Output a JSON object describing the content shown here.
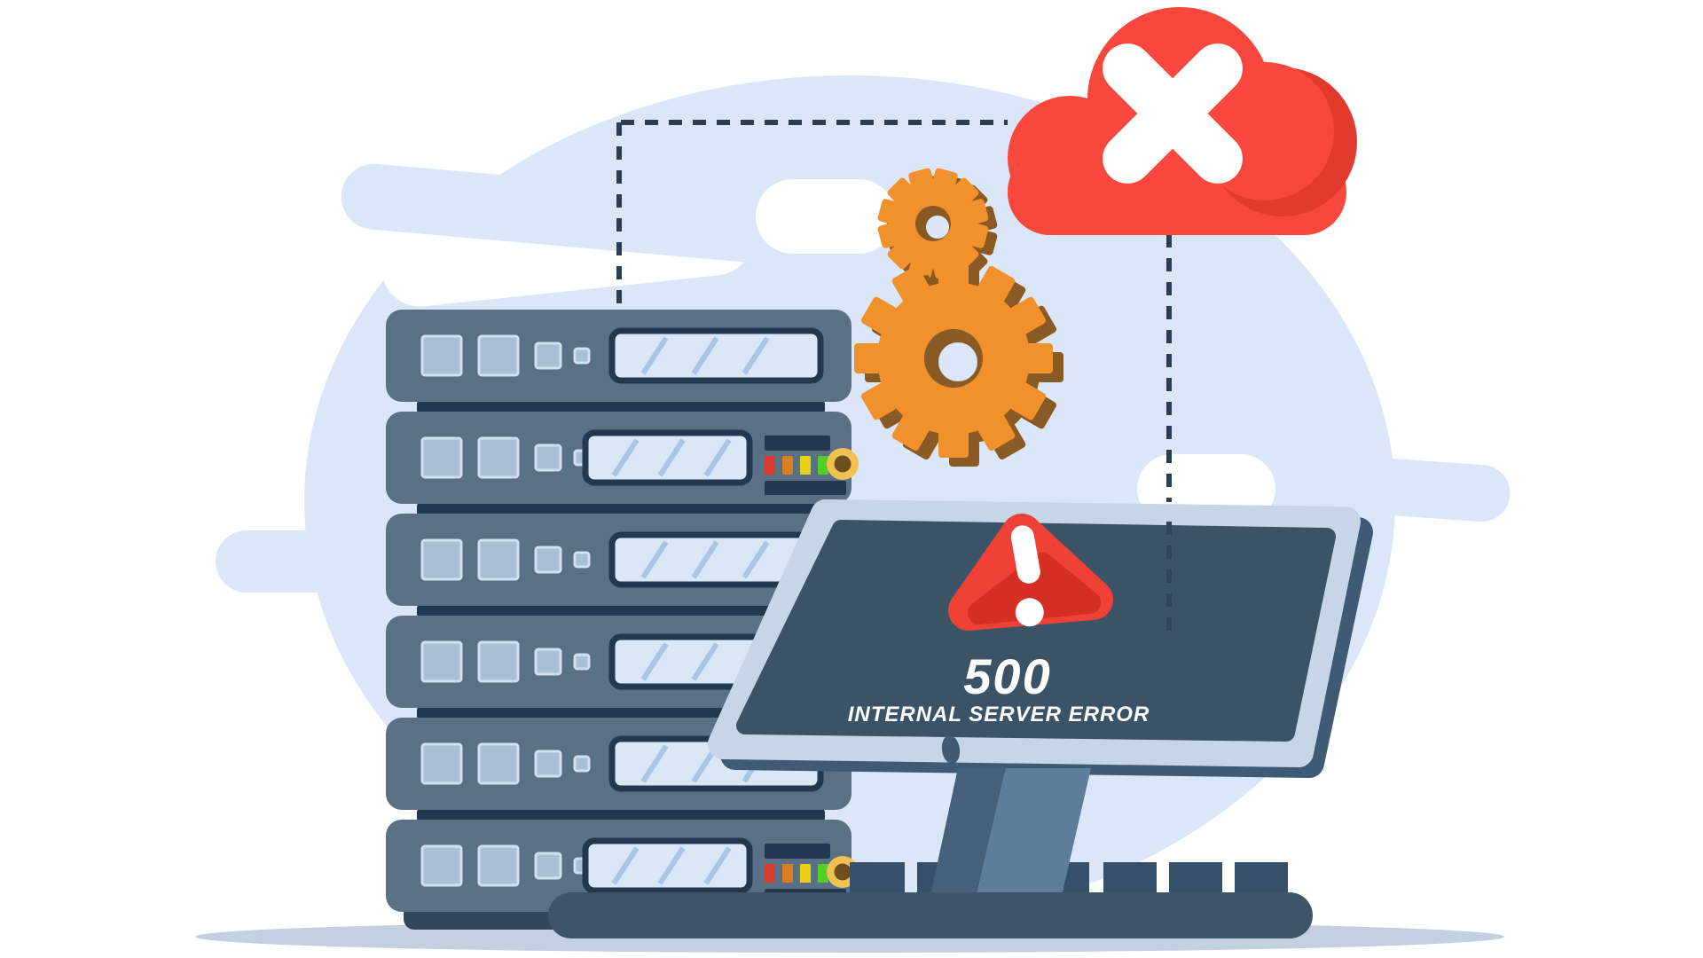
{
  "screen": {
    "error_code": "500",
    "error_message": "INTERNAL SERVER ERROR"
  },
  "icons": {
    "cloud": "cloud-error-icon",
    "cross": "x-mark-icon",
    "gears": "gear-icon",
    "warning": "warning-triangle-icon",
    "servers": "server-rack",
    "monitor": "monitor-screen",
    "keyboard": "keyboard"
  },
  "colors": {
    "bg_blob": "#DBE7F8",
    "ground": "#C3D0E1",
    "dash_navy": "#2B3E55",
    "dash_screen": "#2E4458",
    "server_body": "#5A7185",
    "server_dark": "#223850",
    "server_base": "#31475C",
    "square_fill": "#A9BFD6",
    "square_edge": "#D2E0EF",
    "vent_fill": "#DAE7F6",
    "vent_stripe": "#A9C4E4",
    "led_red": "#D93A31",
    "led_orange": "#DD7E22",
    "led_yellow": "#E8D012",
    "led_green": "#52D028",
    "knob_gold": "#EFC253",
    "knob_dark": "#6F4F1E",
    "gear_orange": "#F0912C",
    "gear_brown": "#8A5A24",
    "cloud_red": "#F8473C",
    "cloud_shade": "#E33A2E",
    "monitor_bezel": "#C6D6E7",
    "monitor_side": "#3E5A74",
    "screen_navy": "#3B5366",
    "stand": "#5E7D9A",
    "stand_dark": "#44607B",
    "keyboard": "#3E5569",
    "keys": "#36506B",
    "tri_red": "#EF4136",
    "tri_dark": "#D52F23"
  }
}
